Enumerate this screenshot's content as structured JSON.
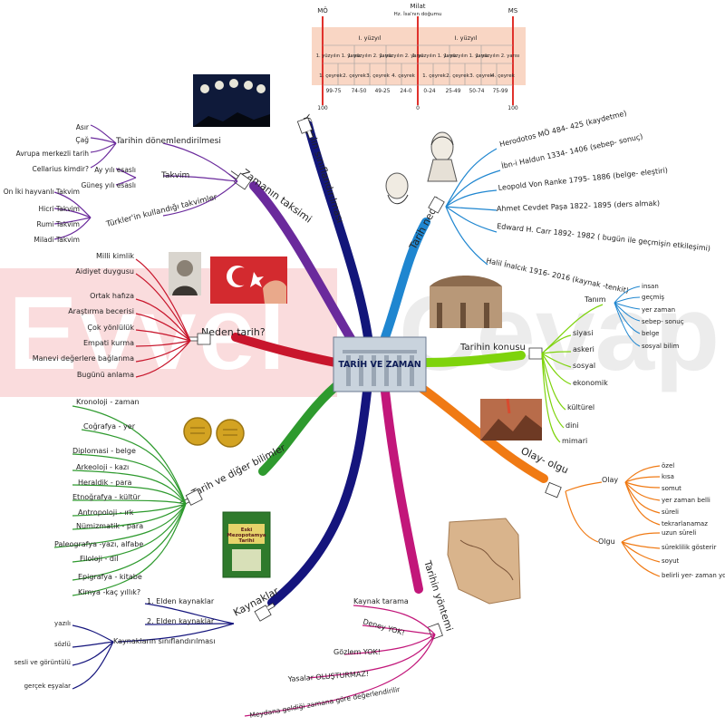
{
  "watermark": {
    "left": "Evvel",
    "right": "Cevap"
  },
  "center": {
    "title": "TARİH VE ZAMAN"
  },
  "timeline": {
    "mo": "MÖ",
    "milat": "Milat",
    "milat_sub": "Hz. İsa'nın doğumu",
    "ms": "MS",
    "century_left": "I. yüzyıl",
    "century_right": "I. yüzyıl",
    "halves": [
      "1. yüzyılın 1. yarısı",
      "1. yüzyılın 2. yarısı",
      "1. yüzyılın 2. yarısı",
      "1. yüzyılın 1. yarısı",
      "1. yüzyılın 1. yarısı",
      "1. yüzyılın 2. yarısı"
    ],
    "quarters": [
      "1. çeyrek",
      "2. çeyrek",
      "3. çeyrek",
      "4. çeyrek",
      "1. çeyrek",
      "2. çeyrek",
      "3. çeyrek",
      "4. çeyrek"
    ],
    "ranges": [
      "99-75",
      "74-50",
      "49-25",
      "24-0",
      "0-24",
      "25-49",
      "50-74",
      "75-99"
    ],
    "tick_left": "100",
    "tick_mid": "0",
    "tick_right": "100"
  },
  "branches": {
    "yuzyil": "Yüzyılın sınıflandırılması",
    "zaman": "Zamanın taksimi",
    "neden": "Neden tarih?",
    "diger": "Tarih ve diğer bilimler",
    "kaynaklar": "Kaynaklar",
    "yontem": "Tarihin yöntemi",
    "nedir": "Tarih nedir?",
    "konusu": "Tarihin konusu",
    "olay": "Olay- olgu"
  },
  "zaman": {
    "donem_label": "Tarihin dönemlendirilmesi",
    "donem_items": [
      "Asır",
      "Çağ",
      "Avrupa merkezli tarih",
      "Cellarius kimdir?"
    ],
    "takvim_label": "Takvim",
    "takvim_items": [
      "Ay yılı esaslı",
      "Güneş yılı esaslı"
    ],
    "turk_label": "Türkler'in kullandığı takvimler",
    "turk_items": [
      "On İki hayvanlı Takvim",
      "Hicri Takvim",
      "Rumi Takvim",
      "Miladi Takvim"
    ]
  },
  "neden_items": [
    "Milli kimlik",
    "Aidiyet duygusu",
    "Ortak hafıza",
    "Araştırma becerisi",
    "Çok yönlülük",
    "Empati kurma",
    "Manevi değerlere bağlanma",
    "Bugünü anlama"
  ],
  "diger_items": [
    "Kronoloji - zaman",
    "Coğrafya - yer",
    "Diplomasi - belge",
    "Arkeoloji - kazı",
    "Heraldik - para",
    "Etnoğrafya - kültür",
    "Antropoloji - ırk",
    "Nümizmatik - para",
    "Paleografya -yazı, alfabe",
    "Filoloji - dil",
    "Epigrafya - kitabe",
    "Kimya -kaç yıllık?"
  ],
  "kaynaklar": {
    "items": [
      "1. Elden kaynaklar",
      "2. Elden kaynaklar"
    ],
    "sinif_label": "Kaynakların sınıflandırılması",
    "sinif_items": [
      "yazılı",
      "sözlü",
      "sesli ve görüntülü",
      "gerçek eşyalar"
    ]
  },
  "book": {
    "line1": "Eski",
    "line2": "Mezopotamya",
    "line3": "Tarihi"
  },
  "yontem_items": [
    "Kaynak tarama",
    "Deney YOK!",
    "Gözlem YOK!",
    "Yasalar OLUŞTURMAZ!",
    "Meydana geldiği zamana göre değerlendirilir"
  ],
  "nedir_items": [
    "Herodotos MÖ 484- 425 (kaydetme)",
    "İbn-i Haldun 1334- 1406 (sebep- sonuç)",
    "Leopold Von Ranke 1795- 1886 (belge- eleştiri)",
    "Ahmet Cevdet Paşa 1822- 1895 (ders almak)",
    "Edward H. Carr 1892- 1982 ( bugün ile geçmişin etkileşimi)",
    "Halil İnalcık 1916- 2016 (kaynak -tenkit)"
  ],
  "konusu": {
    "tanim_label": "Tanım",
    "tanim_items": [
      "insan",
      "geçmiş",
      "yer zaman",
      "sebep- sonuç",
      "belge",
      "sosyal bilim"
    ],
    "items": [
      "siyasi",
      "askeri",
      "sosyal",
      "ekonomik",
      "kültürel",
      "dini",
      "mimari"
    ]
  },
  "olay": {
    "olay_label": "Olay",
    "olay_items": [
      "özel",
      "kısa",
      "somut",
      "yer zaman belli",
      "süreli",
      "tekrarlanamaz"
    ],
    "olgu_label": "Olgu",
    "olgu_items": [
      "uzun süreli",
      "süreklilik gösterir",
      "soyut",
      "belirli yer- zaman yok"
    ]
  },
  "colors": {
    "yuzyil": "#12167a",
    "zaman": "#6a2a9c",
    "neden": "#c8162c",
    "diger": "#2e9a2e",
    "kaynaklar": "#15157d",
    "yontem": "#c2177a",
    "nedir": "#1f86d0",
    "konusu": "#7ed30c",
    "olay": "#f07a14",
    "timeline_band": "#f9d6c4",
    "timeline_red": "#e0322c"
  }
}
